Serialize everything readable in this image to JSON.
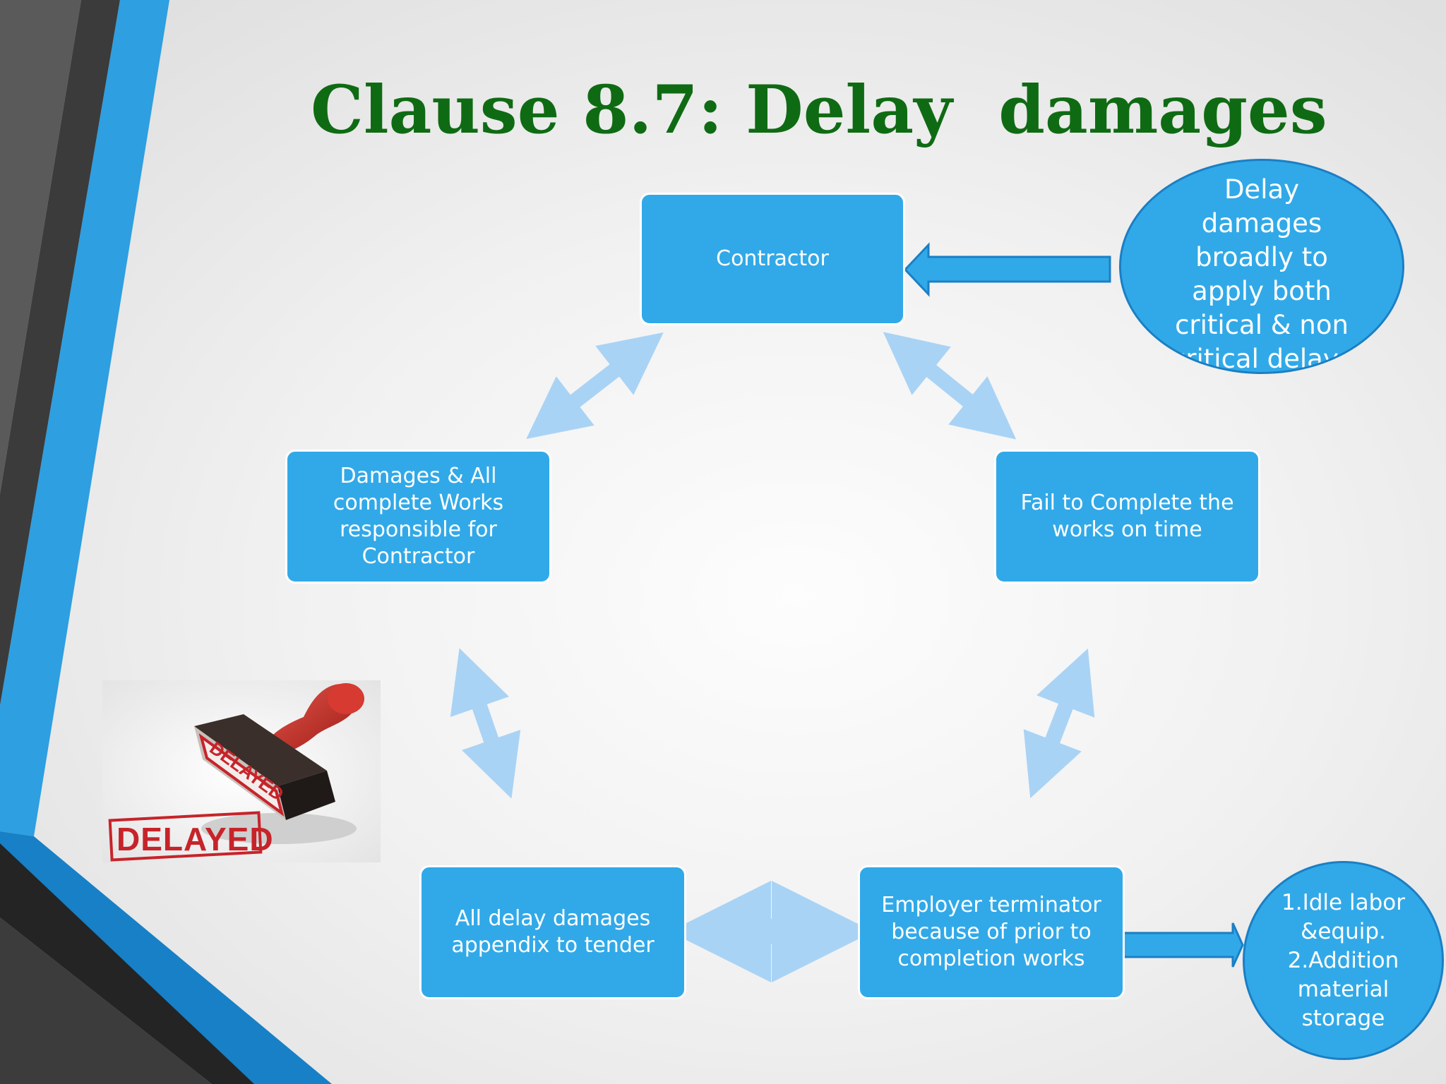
{
  "title": "Clause 8.7: Delay  damages",
  "nodes": {
    "contractor": "Contractor",
    "fail_to_complete": "Fail to Complete the\nworks on time",
    "employer_terminator": "Employer  terminator\nbecause of prior to\ncompletion works",
    "all_delay_damages": "All delay damages\nappendix to tender",
    "damages_all_complete": "Damages & All\ncomplete Works\nresponsible for\nContractor"
  },
  "callouts": {
    "top": "Delay\ndamages\nbroadly to\napply both\ncritical & non\ncritical delays",
    "bottom": "1.Idle labor\n&equip.\n2.Addition\nmaterial\nstorage"
  },
  "stamp_image": {
    "label": "DELAYED",
    "mirrored_label": "DELAYED"
  },
  "colors": {
    "box_fill": "#31a9e8",
    "arrow_light": "#a9d3f5",
    "title_green": "#0f6b13",
    "stamp_red": "#c6242a"
  }
}
